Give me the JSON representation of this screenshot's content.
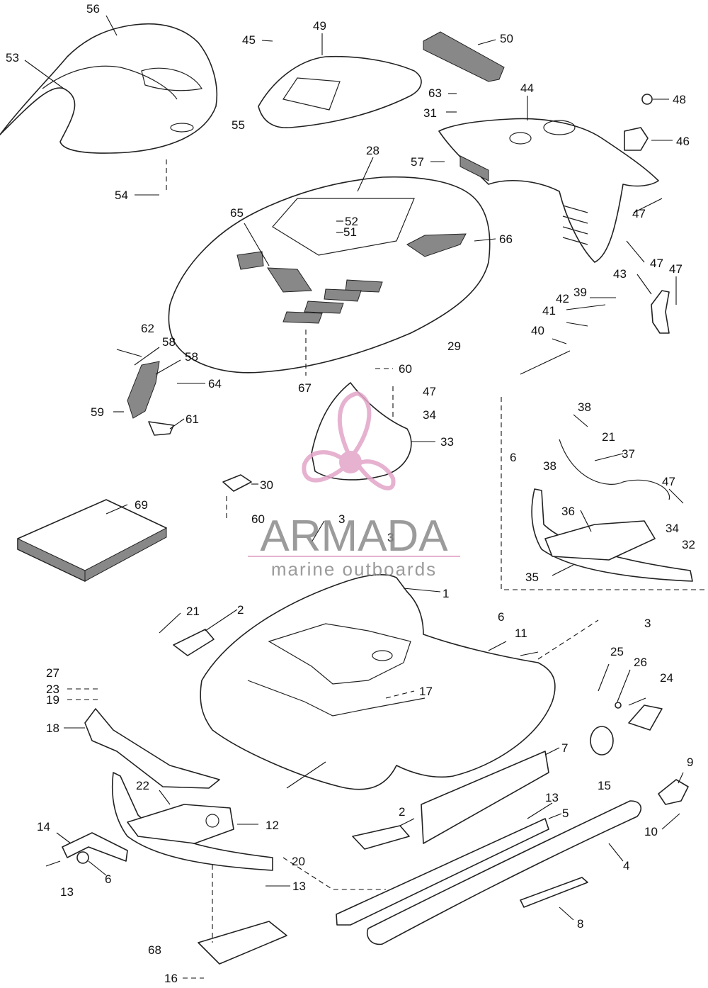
{
  "callouts": [
    "56",
    "53",
    "45",
    "49",
    "50",
    "63",
    "31",
    "44",
    "48",
    "55",
    "46",
    "54",
    "57",
    "28",
    "47",
    "65",
    "52",
    "51",
    "66",
    "47",
    "43",
    "47",
    "39",
    "42",
    "41",
    "40",
    "62",
    "58",
    "29",
    "58",
    "64",
    "60",
    "67",
    "47",
    "34",
    "33",
    "59",
    "61",
    "38",
    "21",
    "6",
    "38",
    "37",
    "30",
    "47",
    "69",
    "60",
    "3",
    "3",
    "36",
    "34",
    "32",
    "35",
    "1",
    "21",
    "2",
    "6",
    "11",
    "3",
    "25",
    "26",
    "24",
    "27",
    "17",
    "23",
    "19",
    "18",
    "7",
    "9",
    "22",
    "15",
    "13",
    "5",
    "12",
    "10",
    "14",
    "2",
    "4",
    "6",
    "20",
    "13",
    "13",
    "8",
    "68",
    "16"
  ],
  "watermark": {
    "brand": "ARMADA",
    "tagline": "marine outboards",
    "colors": {
      "accent": "#e2a5c8",
      "text": "#8a8a8a"
    }
  }
}
